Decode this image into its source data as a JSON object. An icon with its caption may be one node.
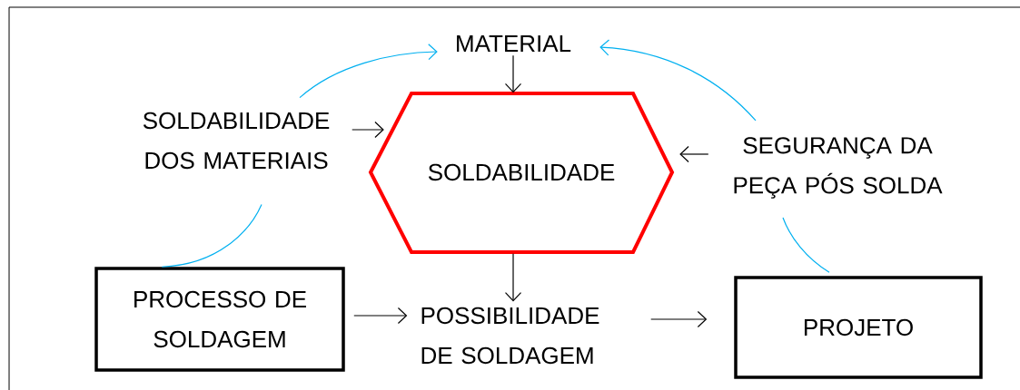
{
  "diagram": {
    "nodes": [
      {
        "text": [
          "MATERIAL"
        ]
      },
      {
        "text": [
          "SOLDABILIDADE DOS MATERIAIS"
        ]
      },
      {
        "text": [
          "SOLDABILIDADE"
        ]
      },
      {
        "text": [
          "SEGURANÇA DA PEÇA PÓS SOLDA"
        ]
      },
      {
        "text": [
          "PROCESSO DE SOLDAGEM"
        ]
      },
      {
        "text": [
          "POSSIBILIDADE DE SOLDAGEM"
        ]
      },
      {
        "text": [
          "PROJETO"
        ]
      }
    ],
    "edges": [
      {
        "from": 0,
        "to": 2,
        "arrow": "to"
      },
      {
        "from": 1,
        "to": 2,
        "arrow": "to"
      },
      {
        "from": 3,
        "to": 2,
        "arrow": "to"
      },
      {
        "from": 2,
        "to": 5,
        "arrow": "to"
      },
      {
        "from": 4,
        "to": 5,
        "arrow": "to"
      },
      {
        "from": 5,
        "to": 6,
        "arrow": "to"
      },
      {
        "from": 4,
        "to": 1,
        "arrow": "none",
        "color": "#00b0f0"
      },
      {
        "from": 1,
        "to": 0,
        "arrow": "to",
        "color": "#00b0f0"
      },
      {
        "from": 6,
        "to": 3,
        "arrow": "none",
        "color": "#00b0f0"
      },
      {
        "from": 3,
        "to": 0,
        "arrow": "to",
        "color": "#00b0f0"
      }
    ]
  }
}
